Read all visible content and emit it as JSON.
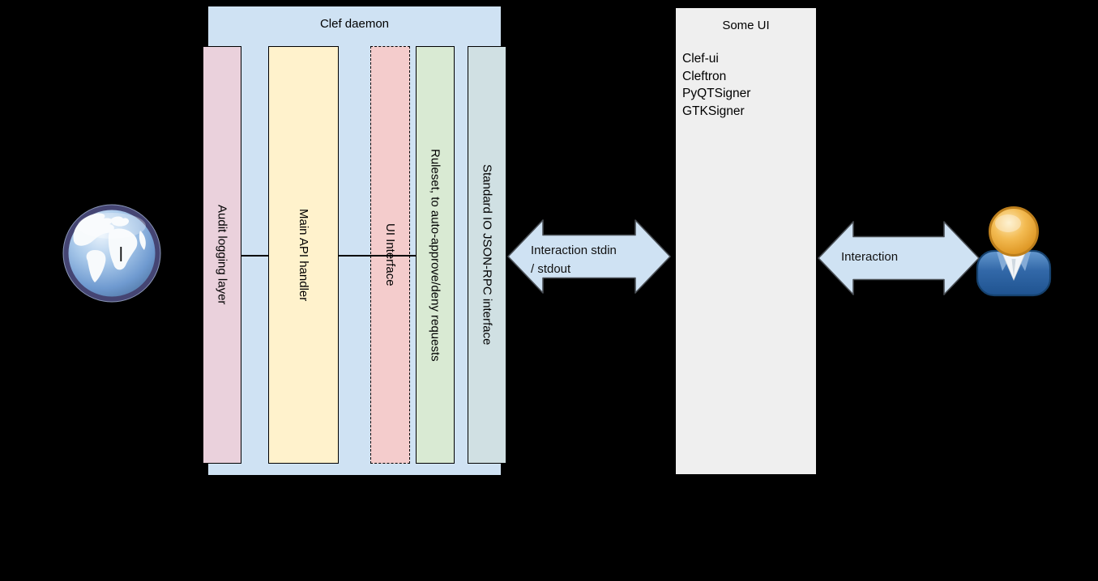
{
  "scene": {
    "background": "#000000",
    "description": "Clef signer architecture diagram"
  },
  "clef_daemon": {
    "title": "Clef daemon",
    "fill": "#cfe2f3",
    "layers": [
      {
        "label": "Audit logging layer",
        "fill": "#ead1dc",
        "border": "solid"
      },
      {
        "label": "Main API handler",
        "fill": "#fff2cc",
        "border": "solid"
      },
      {
        "label": "UI Interface",
        "fill": "#f4cccc",
        "border": "dashed"
      },
      {
        "label": "Ruleset, to auto-approve/deny requests",
        "fill": "#d9ead3",
        "border": "solid"
      },
      {
        "label": "Standard IO JSON-RPC interface",
        "fill": "#d0e0e3",
        "border": "solid"
      }
    ]
  },
  "some_ui": {
    "title": "Some UI",
    "fill": "#efefef",
    "items": [
      "Clef-ui",
      "Cleftron",
      "PyQTSigner",
      "GTKSigner"
    ]
  },
  "arrows": {
    "fill": "#cfe2f3",
    "stroke": "#4a4f55",
    "daemon_ui": {
      "lines": [
        "Interaction stdin",
        "/ stdout"
      ]
    },
    "ui_user": {
      "lines": [
        "Interaction"
      ]
    }
  },
  "icons": {
    "globe": "internet-globe-icon",
    "user": "user-person-icon"
  }
}
